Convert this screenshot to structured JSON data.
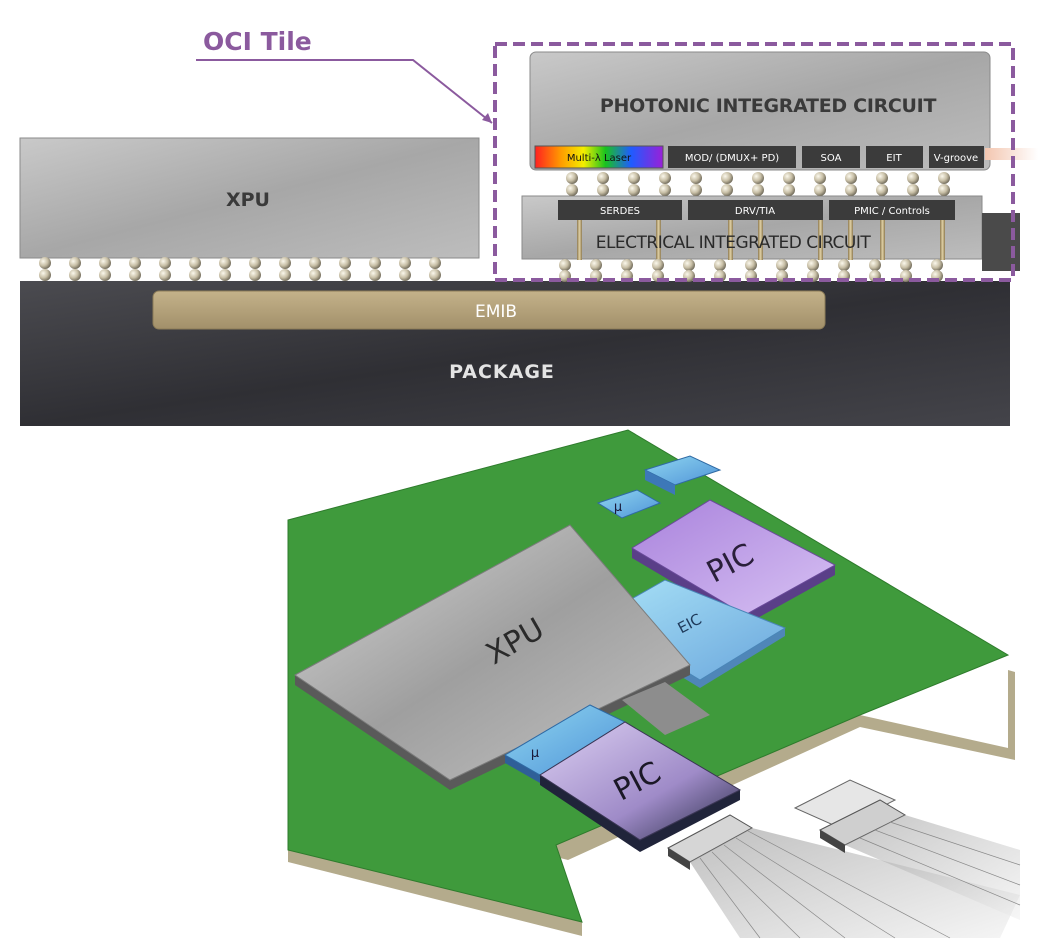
{
  "cross_section": {
    "oci_tile_label": "OCI Tile",
    "xpu_label": "XPU",
    "pic_title": "PHOTONIC INTEGRATED CIRCUIT",
    "pic_blocks": [
      {
        "label": "Multi-λ  Laser"
      },
      {
        "label": "MOD/ (DMUX+ PD)"
      },
      {
        "label": "SOA"
      },
      {
        "label": "EIT"
      },
      {
        "label": "V-groove"
      }
    ],
    "eic_title": "ELECTRICAL INTEGRATED CIRCUIT",
    "eic_blocks": [
      {
        "label": "SERDES"
      },
      {
        "label": "DRV/TIA"
      },
      {
        "label": "PMIC / Controls"
      }
    ],
    "emib_label": "EMIB",
    "package_label": "PACKAGE"
  },
  "isometric": {
    "xpu_label": "XPU",
    "eic_label": "EIC",
    "pic_top_label": "PIC",
    "pic_bottom_label": "PIC",
    "mu_top_label": "µ",
    "mu_bottom_label": "µ"
  },
  "colors": {
    "oci_accent": "#8b5a9e",
    "package": "#3a3a3f",
    "emib": "#b5a27c",
    "board": "#3f9a3c",
    "pic": "#b48fe0",
    "eic": "#8fd0ee"
  }
}
